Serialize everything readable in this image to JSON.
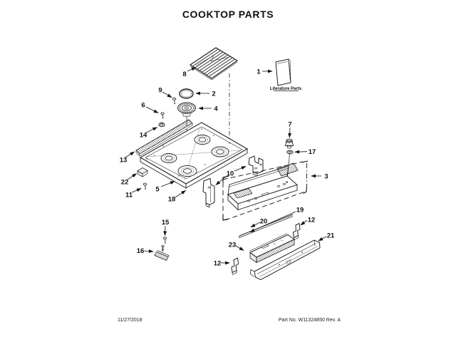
{
  "title": "COOKTOP PARTS",
  "footer": {
    "date": "11/27/2018",
    "part_no": "Part No. W11324850  Rev. A"
  },
  "colors": {
    "background": "#ffffff",
    "line_art": "#222222",
    "text": "#111111"
  },
  "diagram": {
    "literature_caption": "Literature Parts",
    "callouts": [
      {
        "label": "1",
        "part": "literature-parts"
      },
      {
        "label": "2",
        "part": "burner-cap"
      },
      {
        "label": "3",
        "part": "burner-box-assembly"
      },
      {
        "label": "4",
        "part": "surface-burner"
      },
      {
        "label": "5",
        "part": "main-cooktop"
      },
      {
        "label": "6",
        "part": "screw"
      },
      {
        "label": "7",
        "part": "valve"
      },
      {
        "label": "8",
        "part": "grate"
      },
      {
        "label": "9",
        "part": "screw"
      },
      {
        "label": "10",
        "part": "support-brackets"
      },
      {
        "label": "11",
        "part": "screw"
      },
      {
        "label": "12",
        "part": "clip-top"
      },
      {
        "label": "12",
        "part": "clip-bottom"
      },
      {
        "label": "13",
        "part": "rail"
      },
      {
        "label": "14",
        "part": "nut"
      },
      {
        "label": "15",
        "part": "screw"
      },
      {
        "label": "16",
        "part": "bracket"
      },
      {
        "label": "17",
        "part": "washer"
      },
      {
        "label": "18",
        "part": "front-edge"
      },
      {
        "label": "19",
        "part": "tube"
      },
      {
        "label": "20",
        "part": "tube"
      },
      {
        "label": "21",
        "part": "front-trim"
      },
      {
        "label": "22",
        "part": "clip"
      },
      {
        "label": "23",
        "part": "manifold-panel"
      }
    ]
  }
}
